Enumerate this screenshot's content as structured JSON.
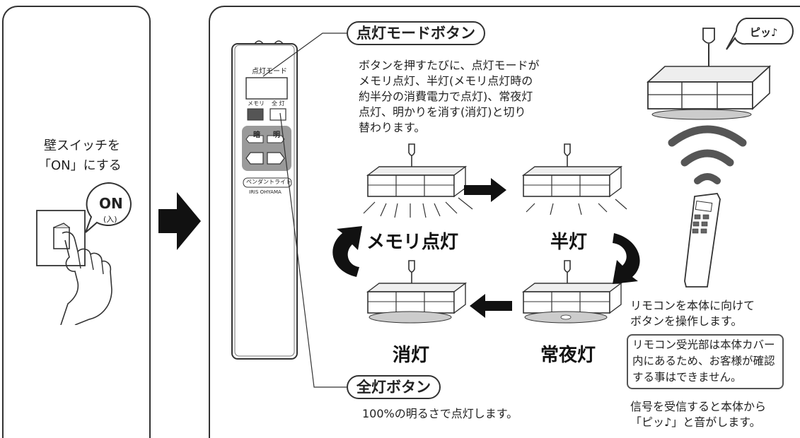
{
  "step1": {
    "instruction_line1": "壁スイッチを",
    "instruction_line2": "「ON」にする",
    "switch_bubble_main": "ON",
    "switch_bubble_sub": "(入)"
  },
  "remote": {
    "mode_label": "点灯モード",
    "memory_label": "メモリ",
    "full_label": "全 灯",
    "dark_label": "暗",
    "bright_label": "明",
    "product_label": "ペンダントライト",
    "brand": "IRIS OHYAMA"
  },
  "mode_button": {
    "title": "点灯モードボタン",
    "desc": [
      "ボタンを押すたびに、点灯モードが",
      "メモリ点灯、半灯(メモリ点灯時の",
      "約半分の消費電力で点灯)、常夜灯",
      "点灯、明かりを消す(消灯)と切り",
      "替わります。"
    ]
  },
  "modes": {
    "memory": "メモリ点灯",
    "half": "半灯",
    "off": "消灯",
    "night": "常夜灯"
  },
  "full_button": {
    "title": "全灯ボタン",
    "desc": "100%の明るさで点灯します。"
  },
  "right_column": {
    "beep_bubble": "ピッ♪",
    "aim_line1": "リモコンを本体に向けて",
    "aim_line2": "ボタンを操作します。",
    "notice": [
      "リモコン受光部は本体カバー",
      "内にあるため、お客様が確認",
      "する事はできません。"
    ],
    "signal_line1": "信号を受信すると本体から",
    "signal_line2": "「ピッ♪」と音がします。"
  }
}
